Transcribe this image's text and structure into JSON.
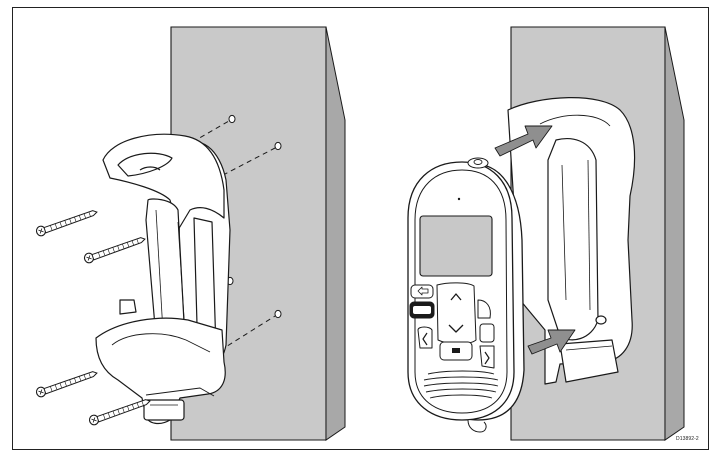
{
  "figure": {
    "reference_code": "D13892-2",
    "panels": [
      {
        "id": "bracket-mounting",
        "description_shown": false
      },
      {
        "id": "handset-insertion",
        "description_shown": false
      }
    ],
    "colors": {
      "wall": "#c9c9c9",
      "wall_edge": "#8c8c8c",
      "bracket": "#ffffff",
      "line": "#1a1a1a",
      "screen": "#c8c8c8",
      "arrow": "#8f8f8f"
    },
    "icons": [
      "screw-icon",
      "insertion-arrow-icon"
    ]
  }
}
